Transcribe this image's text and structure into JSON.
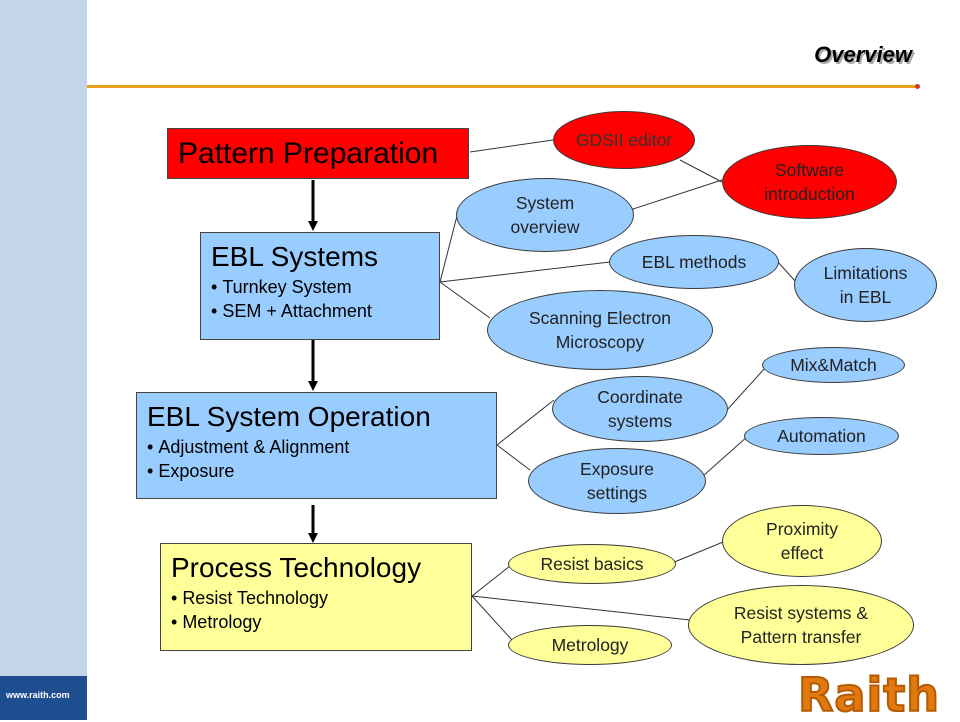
{
  "header": {
    "title": "Overview"
  },
  "sidebar": {
    "url": "www.raith.com"
  },
  "logo": {
    "text": "Raith"
  },
  "boxes": {
    "pattern_preparation": {
      "title": "Pattern Preparation"
    },
    "ebl_systems": {
      "title": "EBL Systems",
      "items": [
        "Turnkey System",
        "SEM + Attachment"
      ]
    },
    "ebl_operation": {
      "title": "EBL System Operation",
      "items": [
        "Adjustment & Alignment",
        "Exposure"
      ]
    },
    "process_technology": {
      "title": "Process Technology",
      "items": [
        "Resist Technology",
        "Metrology"
      ]
    }
  },
  "topics": {
    "gdsii_editor": "GDSII editor",
    "software_introduction": "Software\nintroduction",
    "system_overview": "System\noverview",
    "ebl_methods": "EBL methods",
    "limitations_in_ebl": "Limitations\nin EBL",
    "scanning_electron_microscopy": "Scanning Electron\nMicroscopy",
    "mix_match": "Mix&Match",
    "coordinate_systems": "Coordinate\nsystems",
    "automation": "Automation",
    "exposure_settings": "Exposure\nsettings",
    "proximity_effect": "Proximity\neffect",
    "resist_basics": "Resist basics",
    "resist_systems_pattern_transfer": "Resist systems &\nPattern transfer",
    "metrology": "Metrology"
  },
  "colors": {
    "red": "#ff0000",
    "blue": "#99ccff",
    "yellow": "#ffff99",
    "accent": "#e8a020",
    "sidebar": "#c4d5ea"
  }
}
